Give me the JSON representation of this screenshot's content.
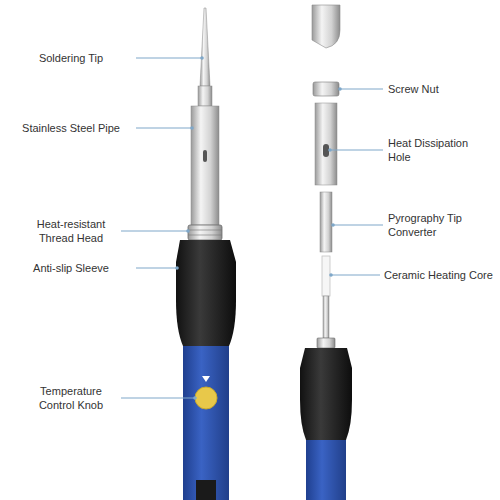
{
  "diagram": {
    "labels": [
      "Soldering Tip",
      "Stainless Steel Pipe",
      "Heat-resistant Thread Head",
      "Anti-slip Sleeve",
      "Temperature Control Knob",
      "Screw Nut",
      "Heat Dissipation Hole",
      "Pyrography Tip Converter",
      "Ceramic Heating Core"
    ]
  }
}
